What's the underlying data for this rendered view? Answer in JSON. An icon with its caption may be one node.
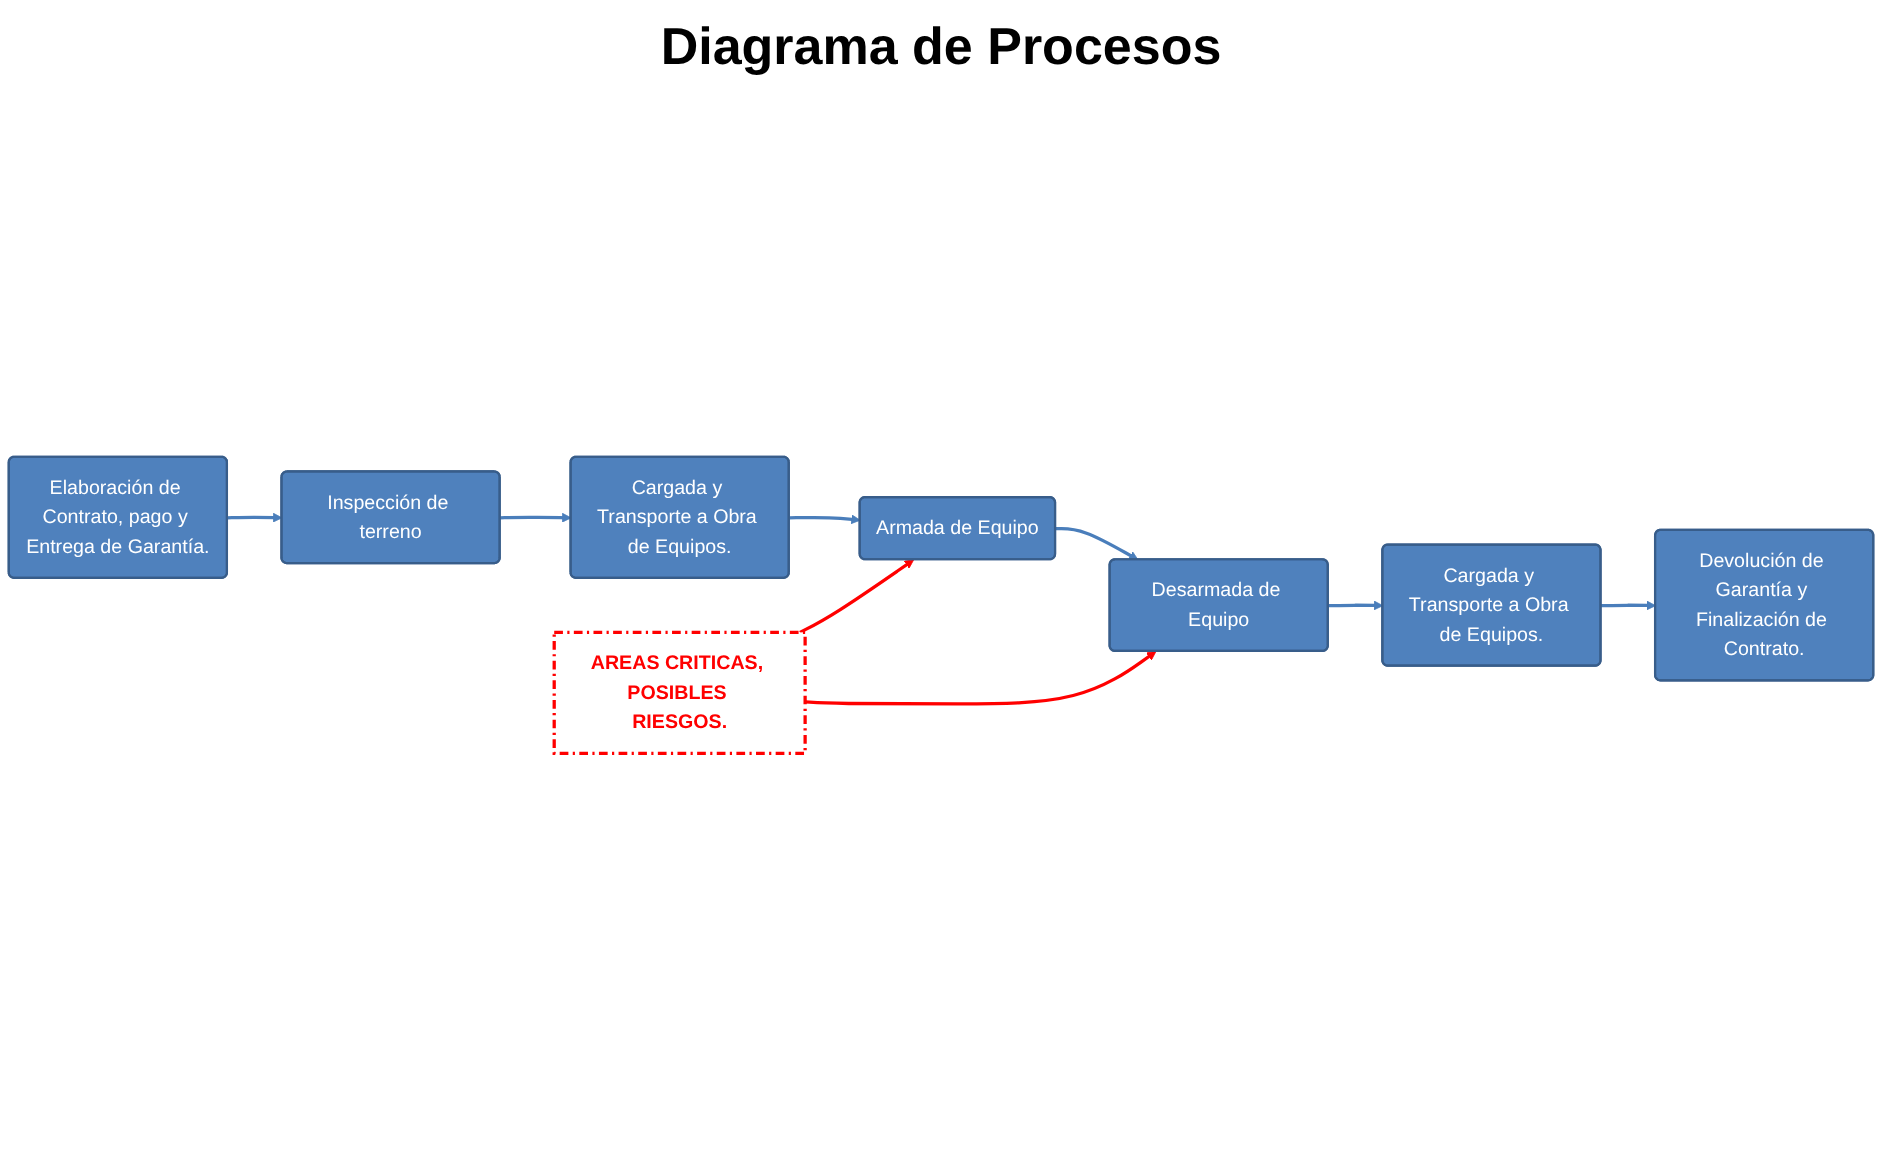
{
  "diagram": {
    "title": "Diagrama de Procesos",
    "nodes": [
      {
        "text": [
          "Elaboración de Contrato, pago y Entrega de Garantía."
        ]
      },
      {
        "text": [
          "Inspección de terreno"
        ]
      },
      {
        "text": [
          "Cargada y Transporte a Obra de Equipos."
        ]
      },
      {
        "text": [
          "Armada de Equipo"
        ]
      },
      {
        "text": [
          "Desarmada de Equipo"
        ]
      },
      {
        "text": [
          "Cargada y Transporte a Obra de Equipos."
        ]
      },
      {
        "text": [
          "Devolución de Garantía y Finalización de Contrato."
        ]
      },
      {
        "text": [
          "AREAS CRITICAS, POSIBLES RIESGOS."
        ]
      }
    ],
    "edges": [
      {
        "from": 0,
        "to": 1,
        "arrow": "to"
      },
      {
        "from": 1,
        "to": 2,
        "arrow": "to"
      },
      {
        "from": 2,
        "to": 3,
        "arrow": "to"
      },
      {
        "from": 3,
        "to": 4,
        "arrow": "to"
      },
      {
        "from": 4,
        "to": 5,
        "arrow": "to"
      },
      {
        "from": 5,
        "to": 6,
        "arrow": "to"
      },
      {
        "from": 7,
        "to": 3,
        "arrow": "to",
        "color": "#ff0000"
      },
      {
        "from": 7,
        "to": 4,
        "arrow": "to",
        "color": "#ff0000"
      }
    ]
  }
}
